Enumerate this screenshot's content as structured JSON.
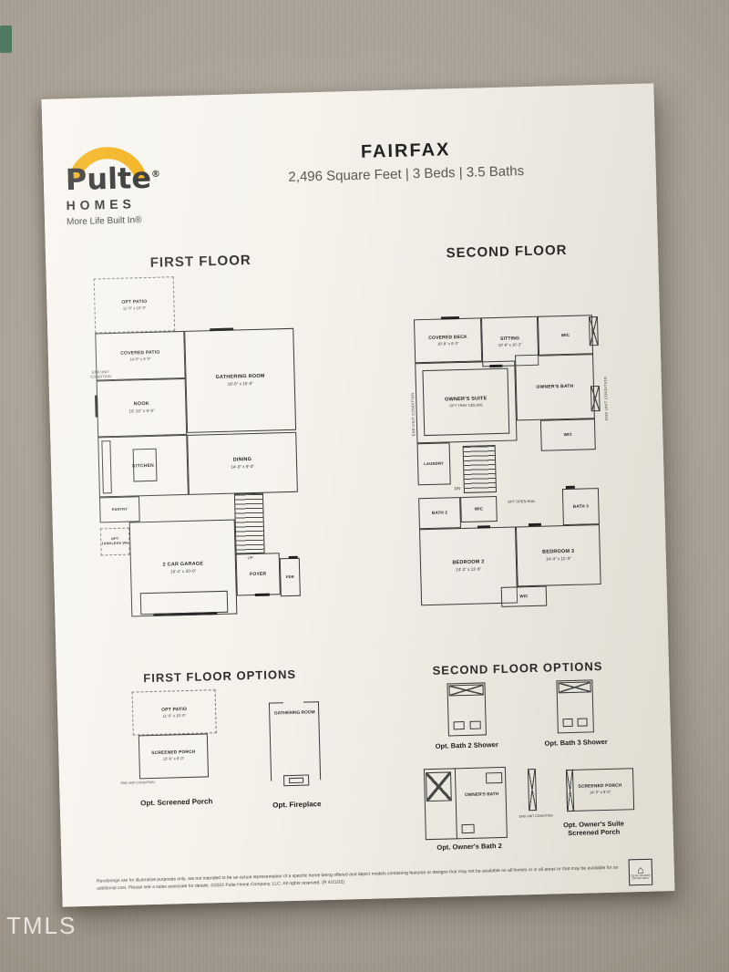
{
  "colors": {
    "brand_gold": "#F2A900"
  },
  "watermark": "TMLS",
  "brand": {
    "name": "Pulte",
    "reg": "®",
    "homes": "HOMES",
    "tagline": "More Life Built In®"
  },
  "header": {
    "title": "FAIRFAX",
    "subtitle": "2,496 Square Feet | 3 Beds | 3.5 Baths"
  },
  "headings": {
    "first": "FIRST FLOOR",
    "second": "SECOND FLOOR",
    "first_options": "FIRST FLOOR OPTIONS",
    "second_options": "SECOND FLOOR OPTIONS"
  },
  "first_floor": {
    "opt_patio": {
      "name": "OPT PATIO",
      "dims": "11'-0\" x 10'-0\""
    },
    "covered_patio": {
      "name": "COVERED PATIO",
      "dims": "14'-0\" x 8'-0\""
    },
    "gathering": {
      "name": "GATHERING ROOM",
      "dims": "18'-0\" x 15'-0\""
    },
    "nook": {
      "name": "NOOK",
      "dims": "10'-10\" x 8'-8\""
    },
    "dining": {
      "name": "DINING",
      "dims": "14'-0\" x 9'-0\""
    },
    "kitchen": {
      "name": "KITCHEN"
    },
    "pantry": {
      "name": "PANTRY"
    },
    "tankless": {
      "name": "OPT TANKLESS WH"
    },
    "garage": {
      "name": "2 CAR GARAGE",
      "dims": "19'-4\" x 20'-0\""
    },
    "foyer": {
      "name": "FOYER"
    },
    "pdr": {
      "name": "PDR"
    },
    "up": "UP",
    "end_unit": "END UNIT CONDITION"
  },
  "second_floor": {
    "covered_deck": {
      "name": "COVERED DECK",
      "dims": "10'-8\" x 8'-0\""
    },
    "sitting": {
      "name": "SITTING",
      "dims": "10'-8\" x 10'-2\""
    },
    "wic_a": {
      "name": "WIC"
    },
    "owners_suite": {
      "name": "OWNER'S SUITE",
      "note": "OPT TRAY CEILING"
    },
    "owners_bath": {
      "name": "OWNER'S BATH"
    },
    "wic_b": {
      "name": "WIC"
    },
    "laundry": {
      "name": "LAUNDRY"
    },
    "dn": "DN",
    "open_rail": "OPT OPEN RAIL",
    "bath2": {
      "name": "BATH 2"
    },
    "bath3": {
      "name": "BATH 3"
    },
    "wic_c": {
      "name": "WIC"
    },
    "bedroom2": {
      "name": "BEDROOM 2",
      "dims": "14'-2\" x 11'-8\""
    },
    "bedroom3": {
      "name": "BEDROOM 3",
      "dims": "14'-4\" x 11'-0\""
    },
    "wic_d": {
      "name": "WIC"
    },
    "end_unit_left": "END UNIT CONDITION",
    "end_unit_right": "END UNIT CONDITION"
  },
  "first_options": {
    "opt_patio": {
      "name": "OPT PATIO",
      "dims": "11'-6\" x 10'-0\""
    },
    "screened_porch": {
      "name": "SCREENED PORCH",
      "dims": "13'-6\" x 8'-0\""
    },
    "end_unit": "END UNIT CONDITION",
    "screened_caption": "Opt. Screened Porch",
    "gathering": {
      "name": "GATHERING ROOM"
    },
    "fireplace_caption": "Opt. Fireplace"
  },
  "second_options": {
    "bath2_caption": "Opt. Bath 2 Shower",
    "bath3_caption": "Opt. Bath 3 Shower",
    "owners_bath": {
      "name": "OWNER'S BATH"
    },
    "owners_bath_caption": "Opt. Owner's Bath 2",
    "screened_porch": {
      "name": "SCREENED PORCH",
      "dims": "14'-0\" x 8'-0\""
    },
    "end_unit": "END UNIT CONDITION",
    "porch_caption": "Opt. Owner's Suite Screened Porch"
  },
  "footer": {
    "disclaimer": "Renderings are for illustrative purposes only, are not intended to be an actual representation of a specific home being offered and depict models containing features or designs that may not be available on all homes or in all areas or that may be available for an additional cost. Please see a sales associate for details. ©2022 Pulte Home Company, LLC. All rights reserved. (R 4/21/22)",
    "equal_housing": "EQUAL HOUSING OPPORTUNITY"
  }
}
